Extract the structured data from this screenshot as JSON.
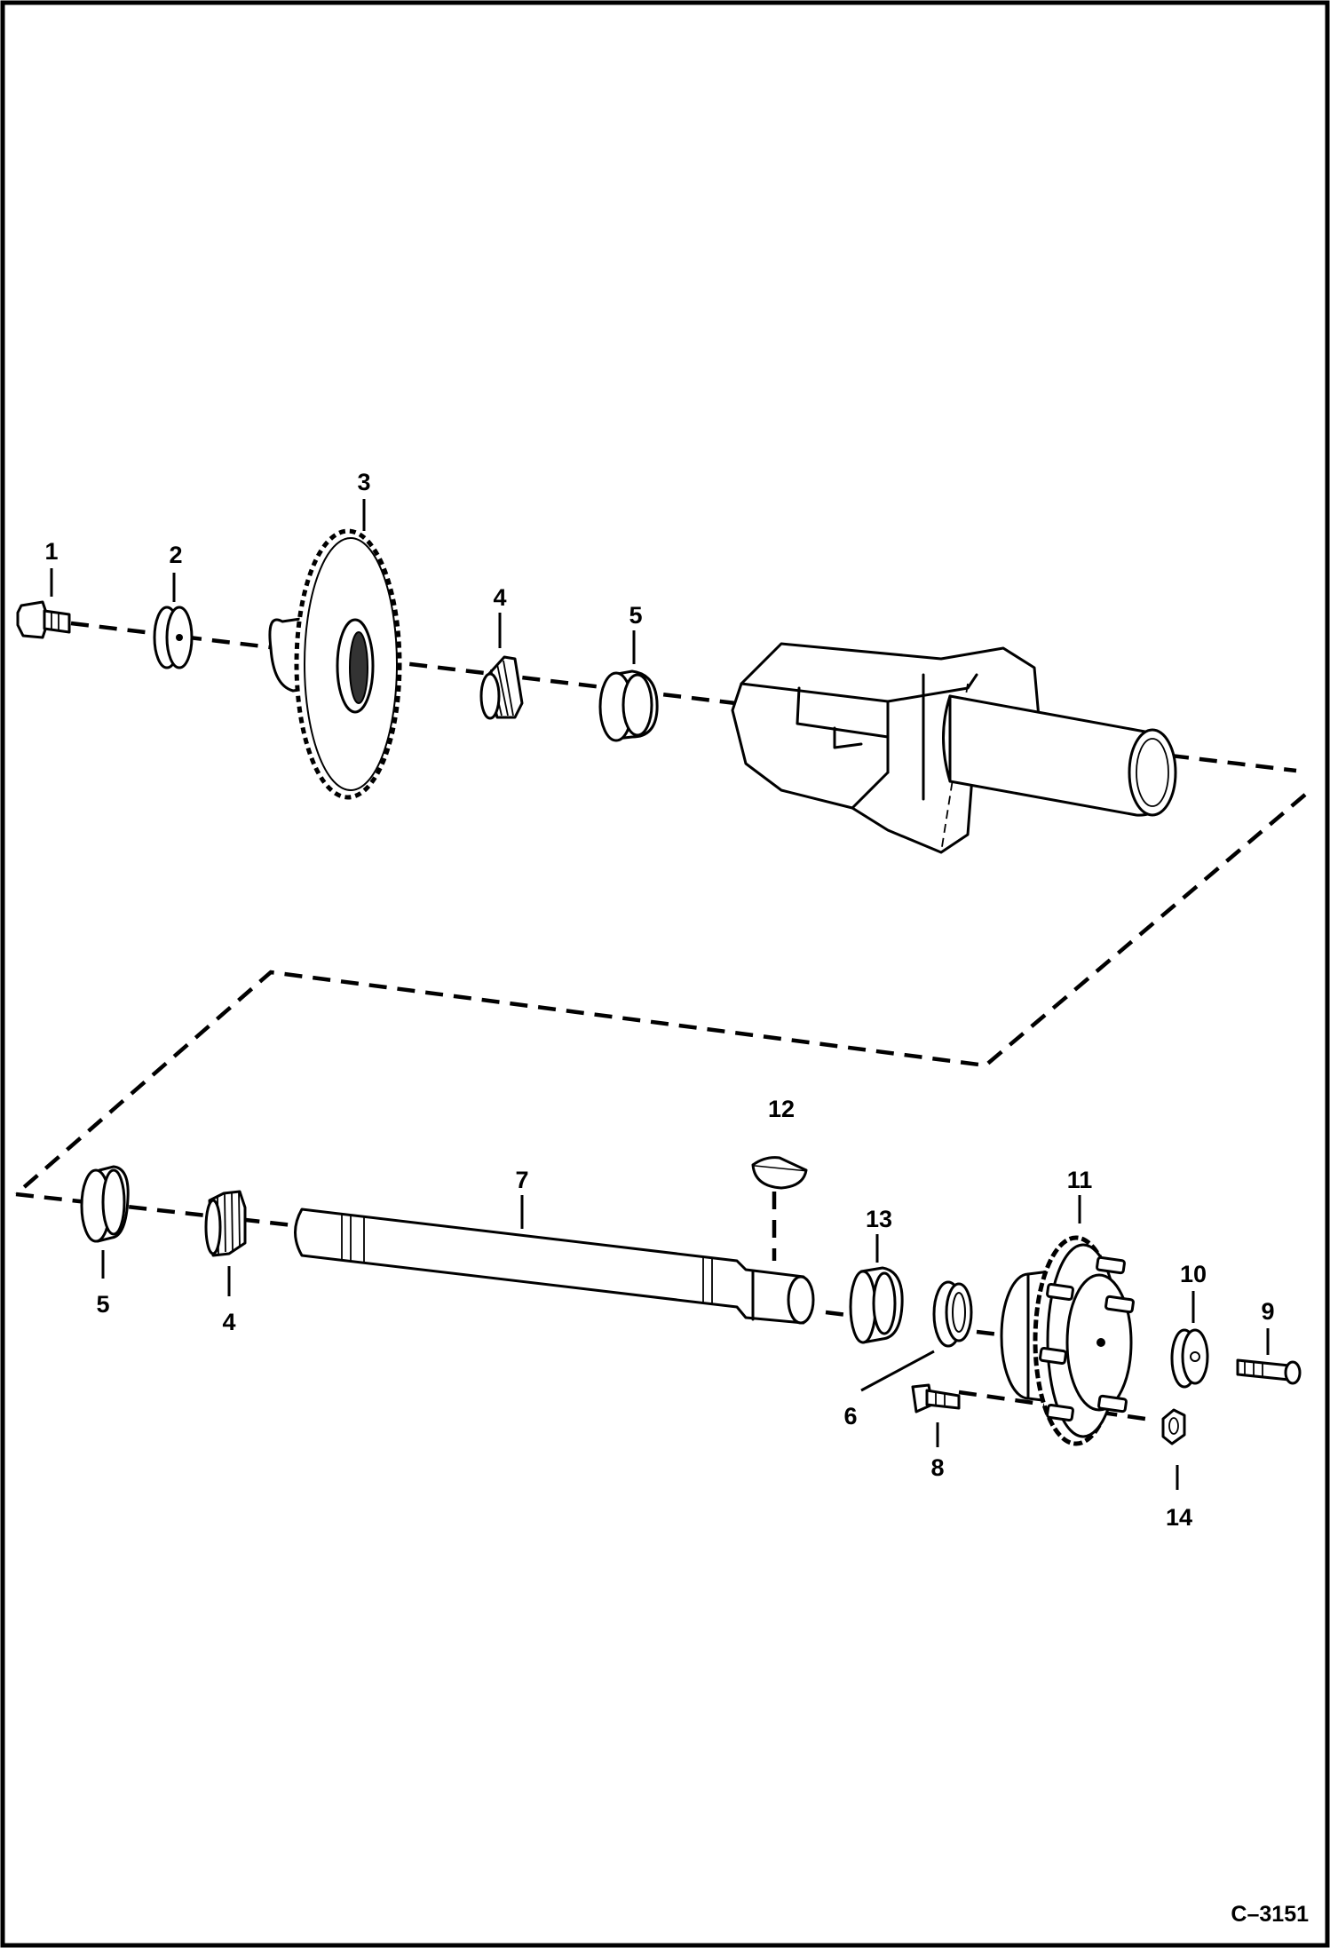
{
  "diagram": {
    "reference_code": "C–3151",
    "callouts": [
      {
        "id": "c1",
        "text": "1"
      },
      {
        "id": "c2",
        "text": "2"
      },
      {
        "id": "c3",
        "text": "3"
      },
      {
        "id": "c4a",
        "text": "4"
      },
      {
        "id": "c5a",
        "text": "5"
      },
      {
        "id": "c5b",
        "text": "5"
      },
      {
        "id": "c4b",
        "text": "4"
      },
      {
        "id": "c7",
        "text": "7"
      },
      {
        "id": "c12",
        "text": "12"
      },
      {
        "id": "c13",
        "text": "13"
      },
      {
        "id": "c11",
        "text": "11"
      },
      {
        "id": "c10",
        "text": "10"
      },
      {
        "id": "c9",
        "text": "9"
      },
      {
        "id": "c6",
        "text": "6"
      },
      {
        "id": "c8",
        "text": "8"
      },
      {
        "id": "c14",
        "text": "14"
      }
    ]
  }
}
